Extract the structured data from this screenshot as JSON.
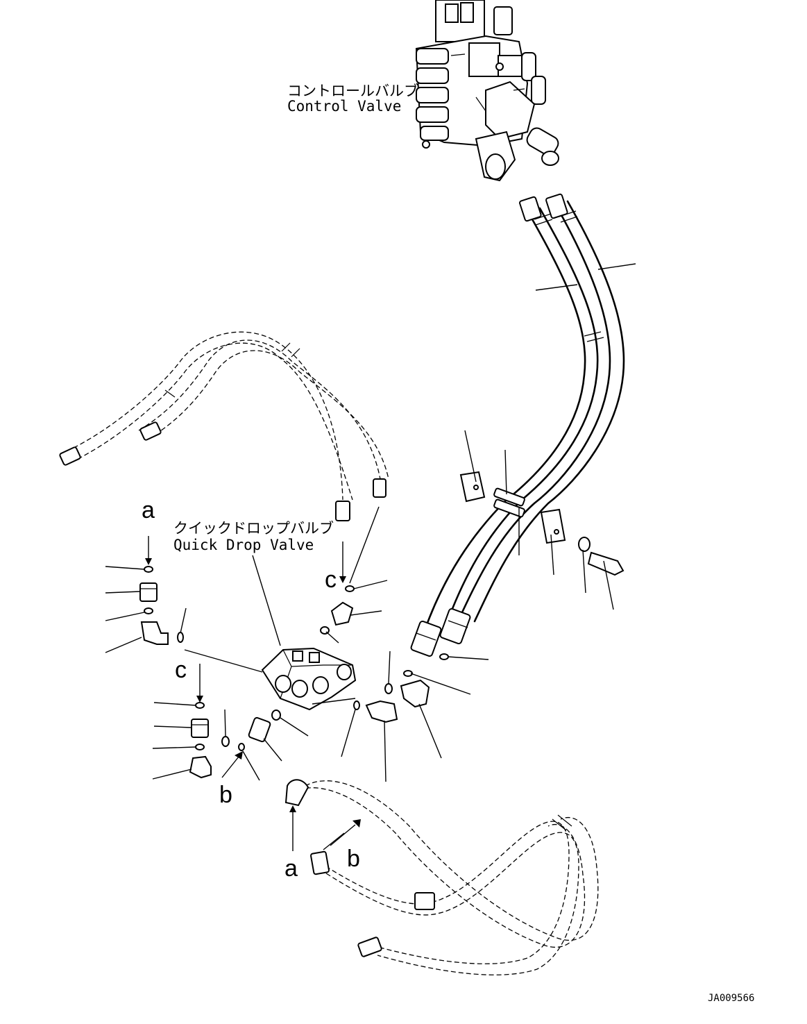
{
  "labels": {
    "control_valve_jp": "コントロールバルブ",
    "control_valve_en": "Control Valve",
    "quick_drop_valve_jp": "クイックドロップバルブ",
    "quick_drop_valve_en": "Quick Drop Valve"
  },
  "view_refs": {
    "a_top": "a",
    "b_left": "b",
    "c_left": "c",
    "c_right": "c",
    "a_bottom": "a",
    "b_bottom": "b"
  },
  "drawing_code": "JA009566"
}
